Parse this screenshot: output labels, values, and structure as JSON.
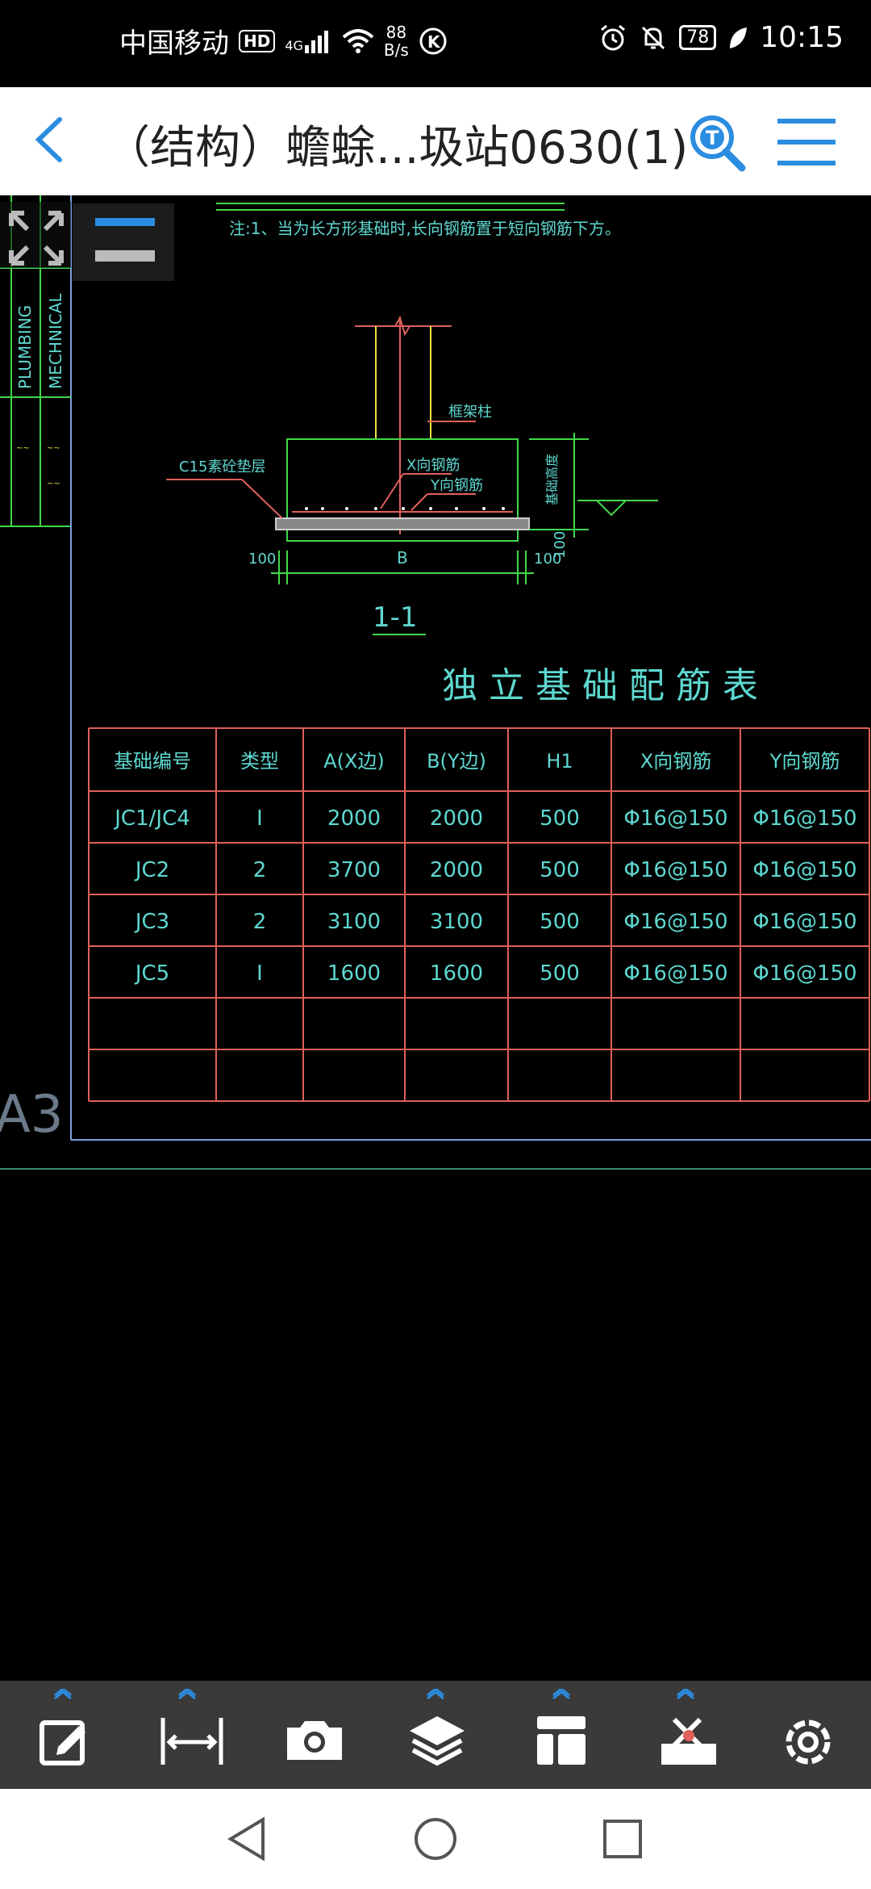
{
  "status_bar": {
    "carrier": "中国移动",
    "hd": "HD",
    "network": "4G",
    "speed_value": "88",
    "speed_unit": "B/s",
    "battery": "78",
    "time": "10:15"
  },
  "title_bar": {
    "title": "（结构）蟾蜍...圾站0630(1)"
  },
  "drawing": {
    "note": "注:1、当为长方形基础时,长向钢筋置于短向钢筋下方。",
    "side_labels": [
      "PLUMBING",
      "MECHNICAL"
    ],
    "label_column": "框架柱",
    "label_cushion": "C15素砼垫层",
    "label_x_rebar": "X向钢筋",
    "label_y_rebar": "Y向钢筋",
    "label_height": "基础高度",
    "dim_left": "100",
    "dim_b": "B",
    "dim_right": "100",
    "dim_vertical": "100",
    "section_label": "1-1",
    "sheet_size": "A3",
    "table_title": "独 立 基 础 配 筋 表",
    "table_headers": [
      "基础编号",
      "类型",
      "A(X边)",
      "B(Y边)",
      "H1",
      "X向钢筋",
      "Y向钢筋"
    ],
    "table_rows": [
      [
        "JC1/JC4",
        "I",
        "2000",
        "2000",
        "500",
        "Φ16@150",
        "Φ16@150"
      ],
      [
        "JC2",
        "2",
        "3700",
        "2000",
        "500",
        "Φ16@150",
        "Φ16@150"
      ],
      [
        "JC3",
        "2",
        "3100",
        "3100",
        "500",
        "Φ16@150",
        "Φ16@150"
      ],
      [
        "JC5",
        "I",
        "1600",
        "1600",
        "500",
        "Φ16@150",
        "Φ16@150"
      ],
      [
        "",
        "",
        "",
        "",
        "",
        "",
        ""
      ],
      [
        "",
        "",
        "",
        "",
        "",
        "",
        ""
      ]
    ]
  },
  "toolbar": {
    "tools": [
      "edit-icon",
      "measure-icon",
      "camera-icon",
      "layers-icon",
      "layout-icon",
      "tools-icon",
      "settings-icon"
    ]
  },
  "colors": {
    "cad_cyan": "#5ed8d0",
    "cad_green": "#41d84a",
    "cad_red": "#e0605a",
    "cad_yellow": "#f0e040",
    "accent_blue": "#2b8de0",
    "toolbar_bg": "#3a3a3a"
  }
}
